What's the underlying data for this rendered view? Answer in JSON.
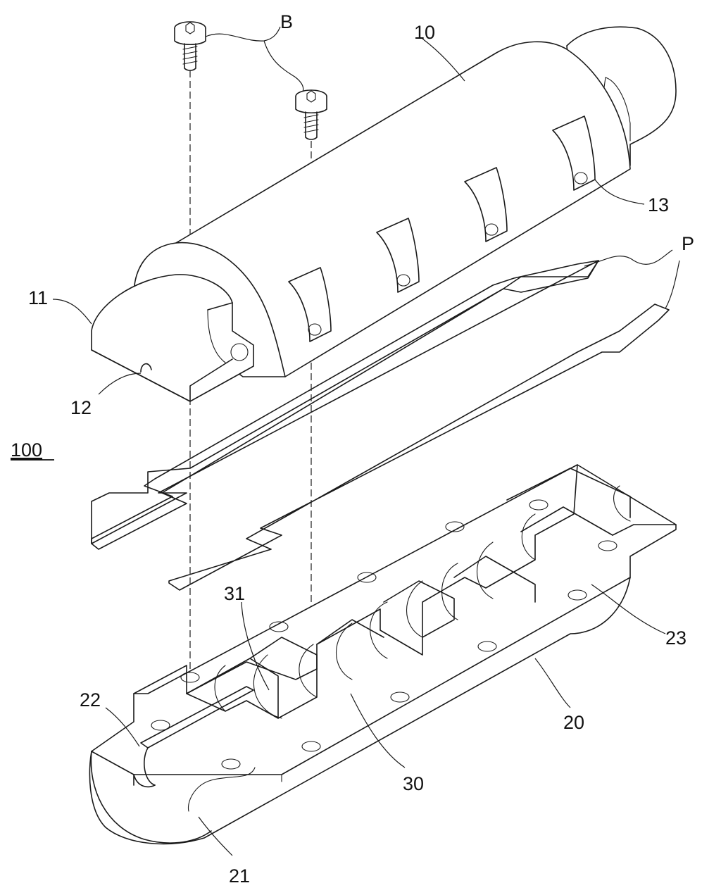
{
  "figure": {
    "assembly_ref": "100",
    "labels": {
      "bolt": "B",
      "upper_housing": "10",
      "upper_end": "11",
      "upper_groove": "12",
      "upper_pocket": "13",
      "pcb": "P",
      "lower_housing": "20",
      "lower_groove": "21",
      "lower_end": "22",
      "lower_hole": "23",
      "sensor_seat": "30",
      "sensor_mark": "31"
    }
  }
}
